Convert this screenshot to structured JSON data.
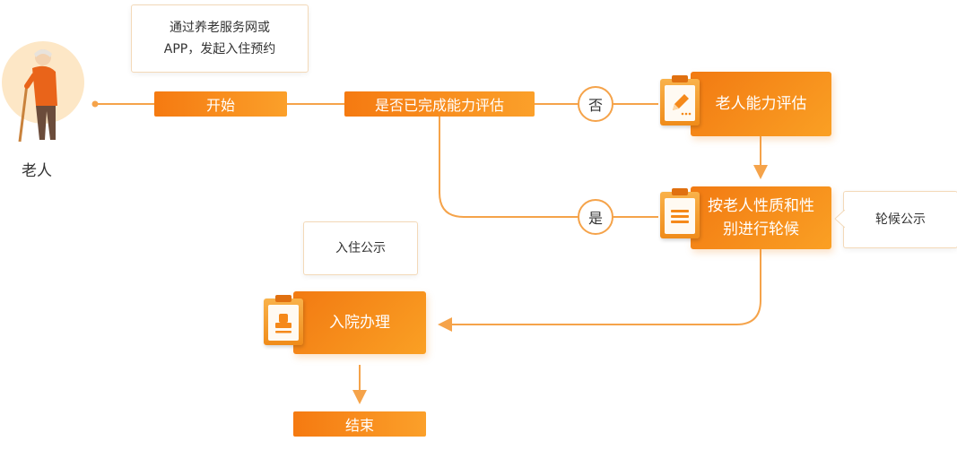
{
  "actor": {
    "label": "老人"
  },
  "notes": {
    "booking": "通过养老服务网或APP，发起入住预约",
    "queue_notice": "轮候公示",
    "admission_notice": "入住公示"
  },
  "steps": {
    "start": "开始",
    "assessed_question": "是否已完成能力评估",
    "assessment": "老人能力评估",
    "queue": "按老人性质和性别进行轮候",
    "admission": "入院办理",
    "end": "结束"
  },
  "branches": {
    "no": "否",
    "yes": "是"
  },
  "colors": {
    "accent": "#f5891a",
    "accent_light": "#fba02a",
    "line": "#f5a34a"
  }
}
